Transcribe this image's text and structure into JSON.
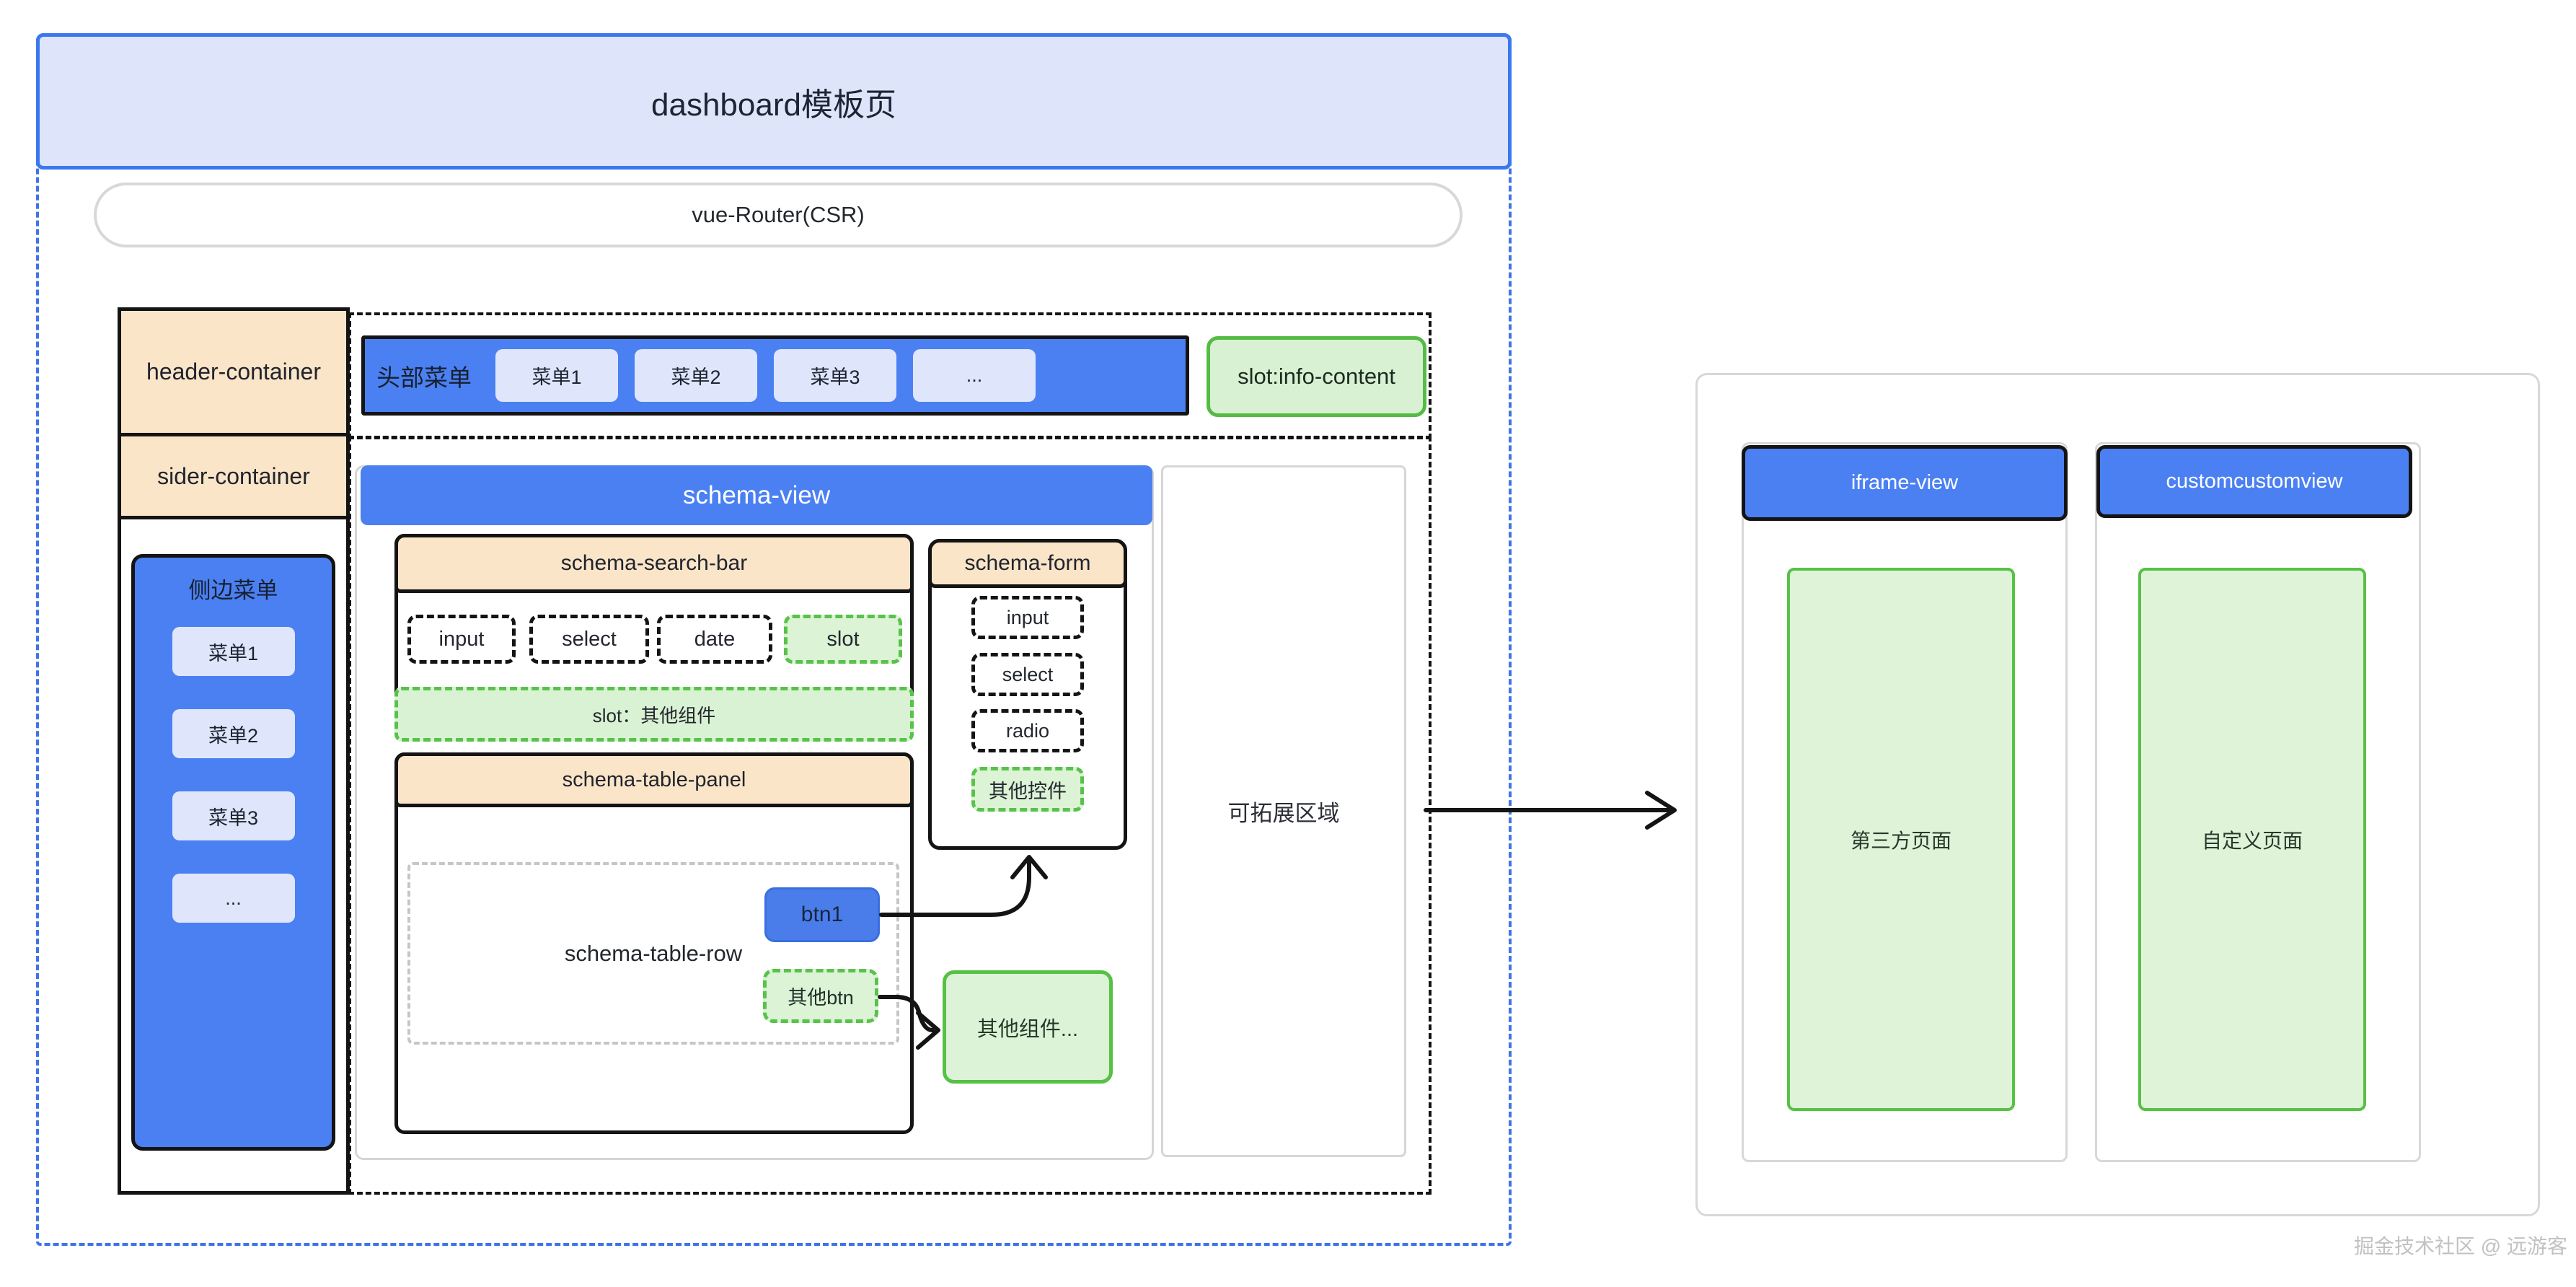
{
  "page": {
    "title": "dashboard模板页",
    "router_label": "vue-Router(CSR)",
    "watermark": "掘金技术社区 @ 远游客"
  },
  "left_layout": {
    "header_container_label": "header-container",
    "sider_container_label": "sider-container",
    "side_menu": {
      "title": "侧边菜单",
      "items": [
        "菜单1",
        "菜单2",
        "菜单3",
        "..."
      ]
    }
  },
  "top_menu": {
    "label": "头部菜单",
    "items": [
      "菜单1",
      "菜单2",
      "菜单3",
      "..."
    ],
    "info_slot_label": "slot:info-content"
  },
  "schema_view": {
    "title": "schema-view",
    "search_bar": {
      "title": "schema-search-bar",
      "fields": [
        "input",
        "select",
        "date",
        "slot"
      ],
      "slot_row_label": "slot：其他组件"
    },
    "table_panel": {
      "title": "schema-table-panel",
      "row_label": "schema-table-row",
      "btn1_label": "btn1",
      "other_btn_label": "其他btn"
    },
    "other_component_label": "其他组件...",
    "form": {
      "title": "schema-form",
      "fields": [
        "input",
        "select",
        "radio",
        "其他控件"
      ]
    }
  },
  "expand_area_label": "可拓展区域",
  "right_views": {
    "iframe_view": {
      "title": "iframe-view",
      "content_label": "第三方页面"
    },
    "custom_view": {
      "title": "customcustomview",
      "content_label": "自定义页面"
    }
  },
  "colors": {
    "accent_blue": "#4b80f3",
    "title_fill": "#dee5fb",
    "title_border": "#3b78ee",
    "boundary_dash_blue": "#3f74e8",
    "peach": "#fbe5c9",
    "light_button": "#dfe6fb",
    "green_border": "#56c145",
    "green_fill": "#daf2d4",
    "dash_black": "#141414",
    "panel_gray_border": "#d6d6d6"
  }
}
